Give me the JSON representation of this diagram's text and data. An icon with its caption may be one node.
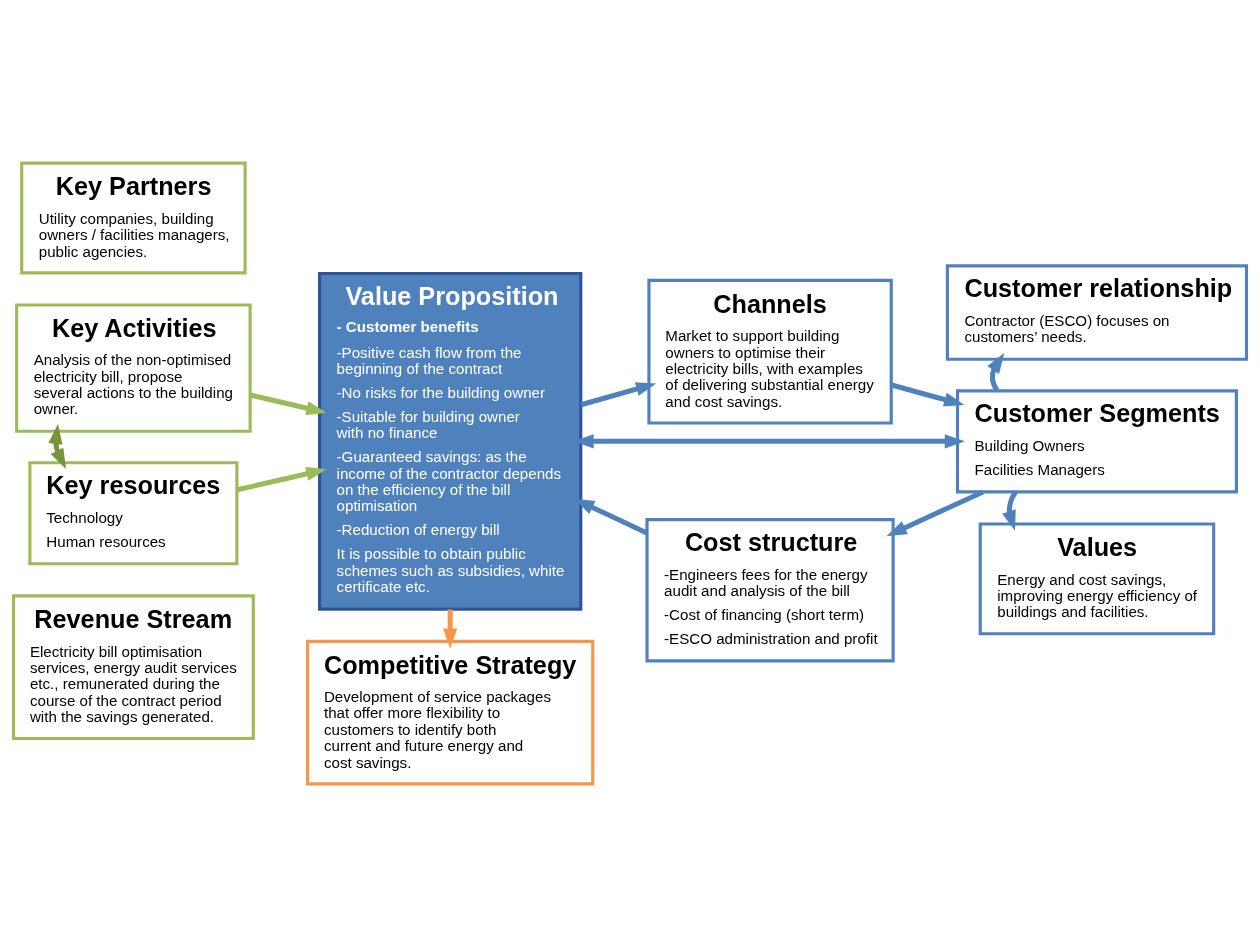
{
  "diagram": {
    "nodes": [
      {
        "text": [
          "Key Partners",
          "Utility companies, building owners / facilities managers, public agencies."
        ]
      },
      {
        "text": [
          "Key Activities",
          "Analysis of the non-optimised electricity bill, propose several actions to the building owner."
        ]
      },
      {
        "text": [
          "Key resources",
          "Technology",
          "Human resources"
        ]
      },
      {
        "text": [
          "Revenue Stream",
          "Electricity bill optimisation services, energy audit services etc., remunerated during the course of the contract period with the savings generated."
        ]
      },
      {
        "text": [
          "Value Proposition",
          "- Customer benefits",
          "-Positive cash flow from the beginning of the contract",
          "-No risks for the building owner",
          "-Suitable for building owner with no finance",
          "-Guaranteed savings: as the income of the contractor depends on the efficiency of the bill optimisation",
          "-Reduction of energy bill",
          "It is possible to obtain public schemes such as subsidies, white certificate etc."
        ]
      },
      {
        "text": [
          "Channels",
          "Market to support building owners to optimise their electricity bills, with examples of delivering substantial energy and cost savings."
        ]
      },
      {
        "text": [
          "Cost structure",
          "-Engineers fees for the energy audit and analysis of the bill",
          "-Cost of financing (short term)",
          "-ESCO administration and profit"
        ]
      },
      {
        "text": [
          "Competitive Strategy",
          "Development of service packages that offer more flexibility to customers to identify both current and future energy and cost savings."
        ]
      },
      {
        "text": [
          "Customer relationship",
          "Contractor (ESCO) focuses on customers’ needs."
        ]
      },
      {
        "text": [
          "Customer Segments",
          "Building Owners",
          "Facilities Managers"
        ]
      },
      {
        "text": [
          "Values",
          "Energy and cost savings, improving energy efficiency of buildings and facilities."
        ]
      }
    ],
    "edges": [
      {
        "from": 1,
        "to": 2,
        "arrow": "both",
        "color": "#77933c"
      },
      {
        "from": 1,
        "to": 4,
        "arrow": "to",
        "color": "#9bbb59"
      },
      {
        "from": 2,
        "to": 4,
        "arrow": "to",
        "color": "#9bbb59"
      },
      {
        "from": 4,
        "to": 5,
        "arrow": "to"
      },
      {
        "from": 5,
        "to": 9,
        "arrow": "to"
      },
      {
        "from": 4,
        "to": 9,
        "arrow": "both"
      },
      {
        "from": 9,
        "to": 6,
        "arrow": "to"
      },
      {
        "from": 6,
        "to": 4,
        "arrow": "to"
      },
      {
        "from": 4,
        "to": 7,
        "arrow": "to",
        "color": "#f79646"
      },
      {
        "from": 9,
        "to": 8,
        "arrow": "to"
      },
      {
        "from": 9,
        "to": 10,
        "arrow": "to"
      }
    ]
  }
}
